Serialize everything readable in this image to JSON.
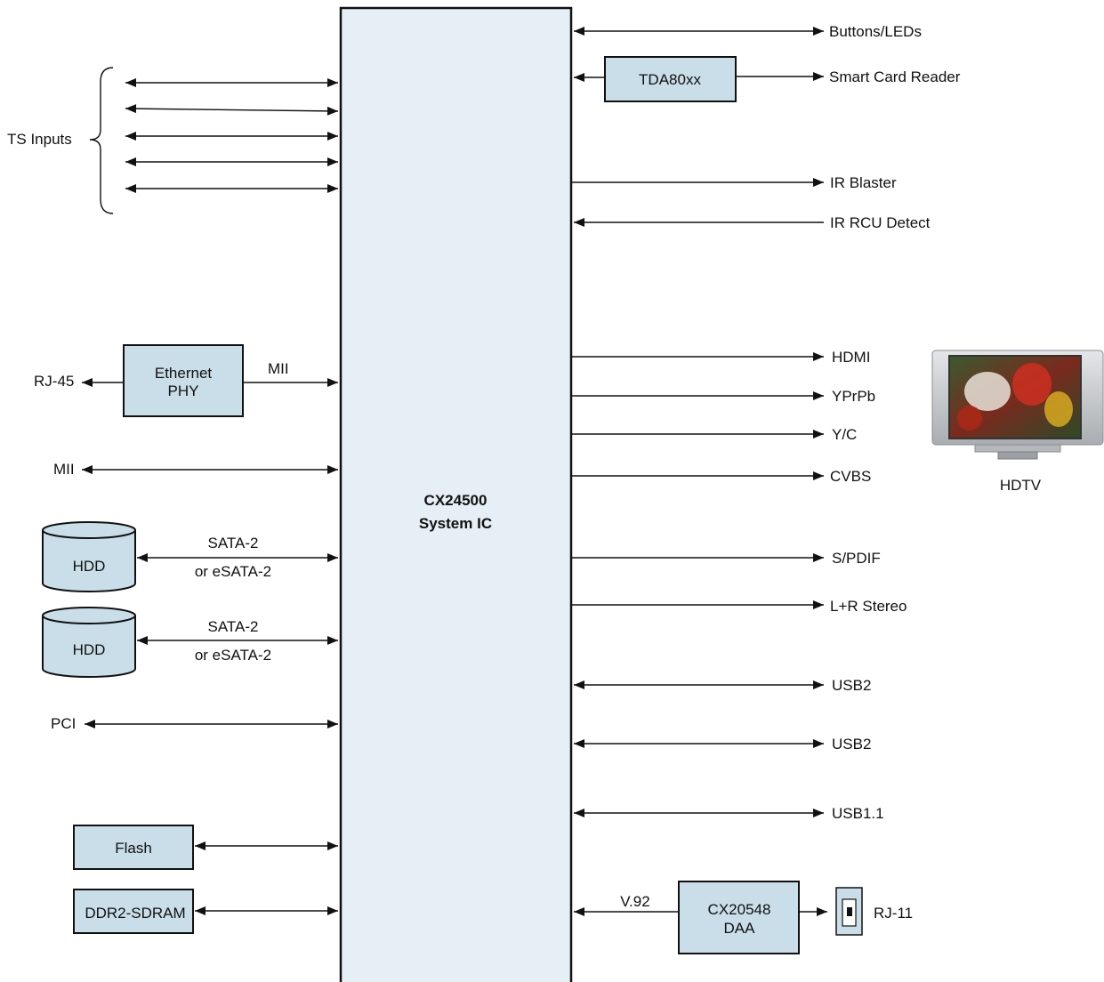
{
  "chip": {
    "name": "CX24500",
    "subtitle": "System IC"
  },
  "left": {
    "ts_inputs": "TS Inputs",
    "rj45": "RJ-45",
    "ethernet_phy": [
      "Ethernet",
      "PHY"
    ],
    "mii_link": "MII",
    "mii_port": "MII",
    "hdd1": {
      "label": "HDD",
      "link_top": "SATA-2",
      "link_bottom": "or eSATA-2"
    },
    "hdd2": {
      "label": "HDD",
      "link_top": "SATA-2",
      "link_bottom": "or eSATA-2"
    },
    "pci": "PCI",
    "flash": "Flash",
    "ddr2": "DDR2-SDRAM"
  },
  "right": {
    "buttons_leds": "Buttons/LEDs",
    "tda": "TDA80xx",
    "smart_card": "Smart Card Reader",
    "ir_blaster": "IR Blaster",
    "ir_rcu": "IR RCU Detect",
    "hdmi": "HDMI",
    "ypbpr": "YPrPb",
    "yc": "Y/C",
    "cvbs": "CVBS",
    "hdtv": "HDTV",
    "spdif": "S/PDIF",
    "stereo": "L+R Stereo",
    "usb2_a": "USB2",
    "usb2_b": "USB2",
    "usb11": "USB1.1",
    "v92": "V.92",
    "daa": [
      "CX20548",
      "DAA"
    ],
    "rj11": "RJ-11"
  },
  "colors": {
    "box_fill": "#c9dee8",
    "chip_fill": "#e6eff5",
    "line": "#111111"
  }
}
